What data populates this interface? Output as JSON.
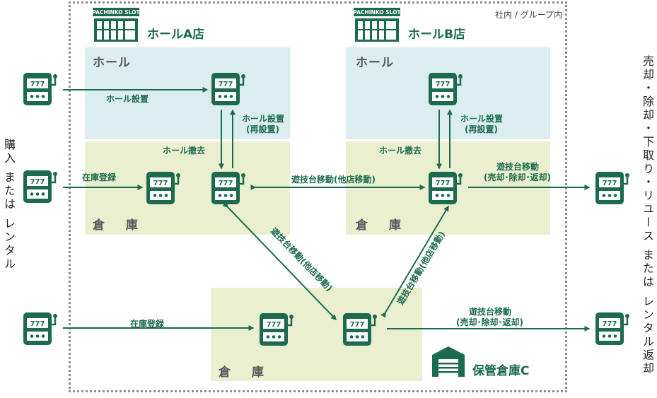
{
  "scope_label": "社内 / グループ内",
  "stores": {
    "a": {
      "name": "ホールA店",
      "sign": "PACHINKO SLOT"
    },
    "b": {
      "name": "ホールB店",
      "sign": "PACHINKO SLOT"
    },
    "c": {
      "name": "保管倉庫C"
    }
  },
  "zones": {
    "hall": "ホール",
    "warehouse": "倉 庫"
  },
  "edges": {
    "hall_install": "ホール設置",
    "reinstall_line1": "ホール設置",
    "reinstall_line2": "(再設置)",
    "hall_remove": "ホール撤去",
    "stock_register": "在庫登録",
    "move_other_store": "遊技台移動(他店移動)",
    "move_sell_line1": "遊技台移動",
    "move_sell_line2": "(売却･除却･返却)"
  },
  "side_labels": {
    "left": "購入 または レンタル",
    "right": "売却・除却・下取り・リユース または レンタル返却"
  },
  "colors": {
    "primary": "#1d6b4f",
    "hall_zone": "#dcedf0",
    "warehouse_zone": "#e9efcf"
  }
}
